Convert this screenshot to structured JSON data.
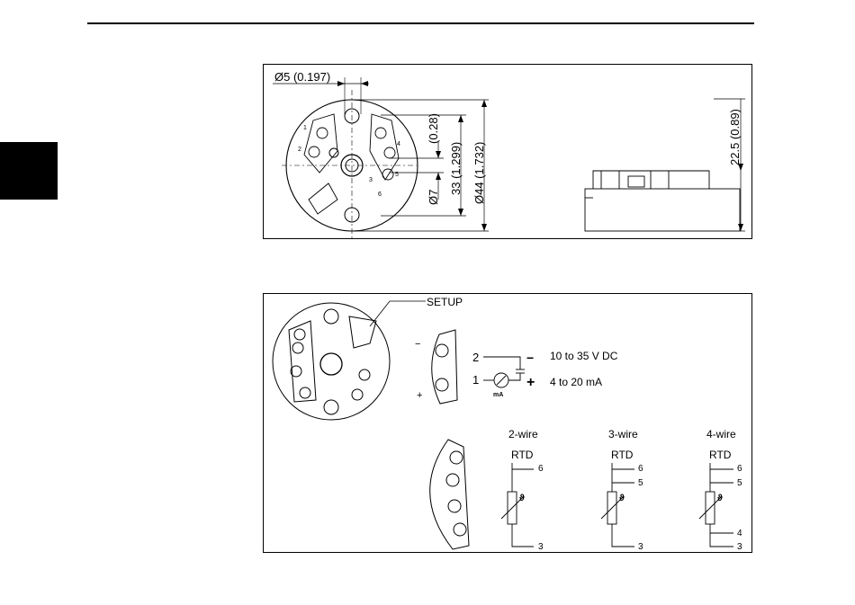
{
  "page": {
    "accent_color": "#000000"
  },
  "figure1": {
    "dim_hole": "Ø5 (0.197)",
    "dim_offset": "(0.28)",
    "dim_center": "Ø7",
    "dim_pitch": "33 (1.299)",
    "dim_outer": "Ø44 (1.732)",
    "dim_height": "22.5 (0.89)",
    "terminal_labels": [
      "1",
      "2",
      "3",
      "4",
      "5",
      "6"
    ]
  },
  "figure2": {
    "setup_label": "SETUP",
    "power": {
      "term_top": "2",
      "term_bottom": "1",
      "minus": "−",
      "plus": "+",
      "voltage": "10 to 35 V DC",
      "current": "4 to 20 mA",
      "meter_unit": "mA"
    },
    "wiring": [
      {
        "title": "2-wire",
        "sensor": "RTD",
        "terminals": [
          "6",
          "3"
        ]
      },
      {
        "title": "3-wire",
        "sensor": "RTD",
        "terminals": [
          "6",
          "5",
          "3"
        ]
      },
      {
        "title": "4-wire",
        "sensor": "RTD",
        "terminals": [
          "6",
          "5",
          "4",
          "3"
        ]
      }
    ],
    "theta_symbol": "ϑ"
  }
}
